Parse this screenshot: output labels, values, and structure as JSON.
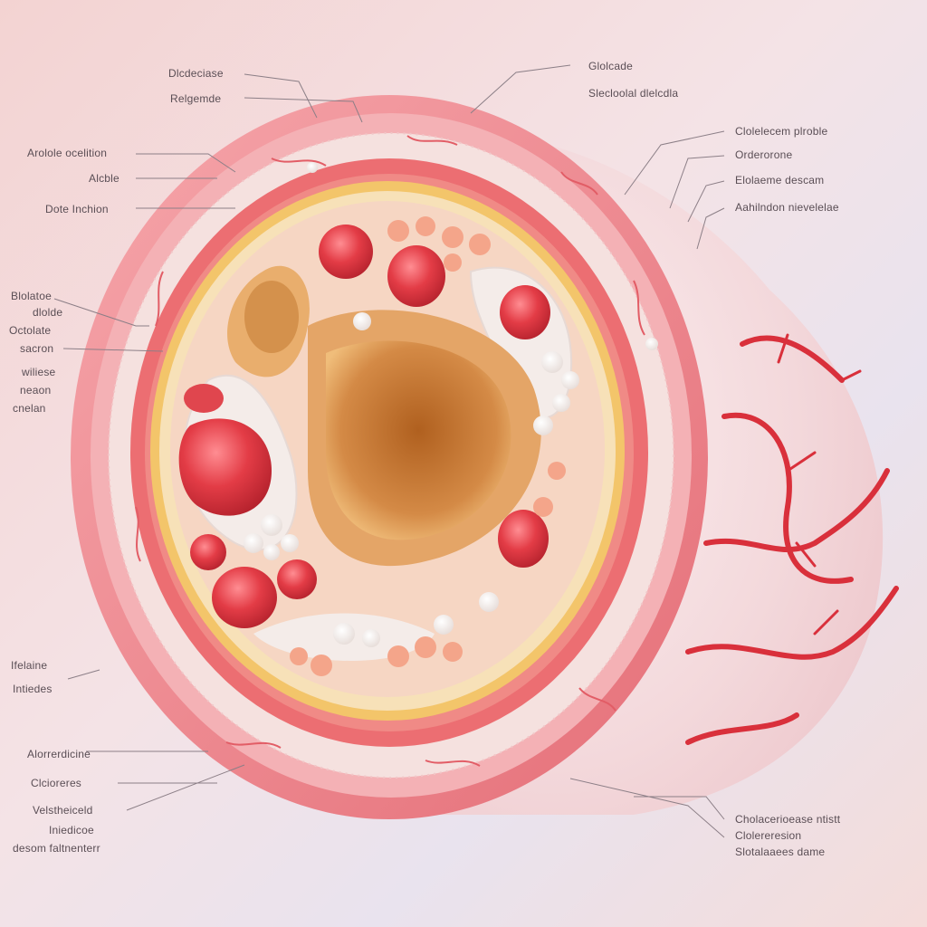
{
  "labels": {
    "left_top": [
      "Dlcdeciase",
      "Relgemde"
    ],
    "left_mid": [
      "Arolole ocelition",
      "Alcble",
      "Dote Inchion"
    ],
    "left_stack": [
      "Blolatoe",
      "dlolde",
      "Octolate",
      "sacron",
      "wiliese",
      "neaon",
      "cnelan"
    ],
    "left_low": [
      "Ifelaine",
      "Intiedes"
    ],
    "left_bottom": [
      "Alorrerdicine",
      "Clcioreres",
      "Velstheiceld",
      "Iniedicoe",
      "desom faltnenterr"
    ],
    "right_top": [
      "Glolcade",
      "Slecloolal dlelcdla"
    ],
    "right_mid": [
      "Clolelecem plroble",
      "Orderorone",
      "Elolaeme descam",
      "Aahilndon nievelelae"
    ],
    "right_bottom": [
      "Cholacerioease ntistt",
      "Clolereresion",
      "Slotalaaees dame"
    ]
  },
  "colors": {
    "outer_wall": "#ef8f96",
    "outer_rim": "#f2a3a8",
    "lamina": "#f6e3e1",
    "muscle_ring": "#ec6e72",
    "yellow_ring": "#f3c56a",
    "lumen": "#d88742",
    "cell_red": "#e03a44",
    "cell_white": "#f7f2ef",
    "vessel": "#d9303b",
    "leader_line": "#8c7f87"
  },
  "icons": [
    "blood-cell-icon",
    "fat-cell-icon",
    "vessel-branch-icon"
  ]
}
